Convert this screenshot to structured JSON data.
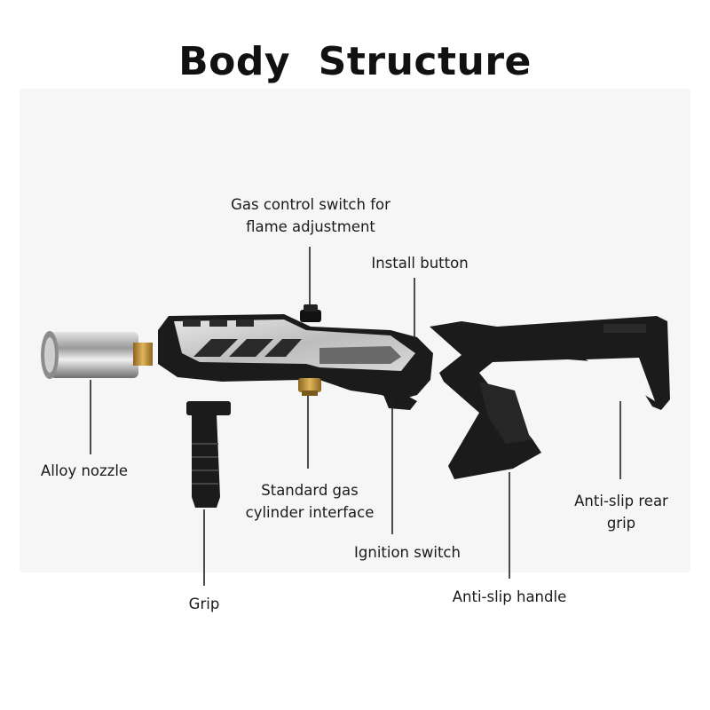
{
  "title": "Body  Structure",
  "labels": {
    "gas_control": [
      "Gas control switch for",
      "flame adjustment"
    ],
    "install_button": [
      "Install button"
    ],
    "alloy_nozzle": [
      "Alloy nozzle"
    ],
    "gas_cylinder": [
      "Standard gas",
      "cylinder interface"
    ],
    "ignition_switch": [
      "Ignition switch"
    ],
    "grip": [
      "Grip"
    ],
    "anti_slip_handle": [
      "Anti-slip handle"
    ],
    "anti_slip_rear_grip": [
      "Anti-slip rear",
      "grip"
    ]
  },
  "colors": {
    "body_black": "#1b1b1b",
    "silver_panel": "#c9c9c9",
    "nozzle_silver": "#a9a9a9",
    "brass": "#b8893a",
    "leader_line": "#222222"
  }
}
